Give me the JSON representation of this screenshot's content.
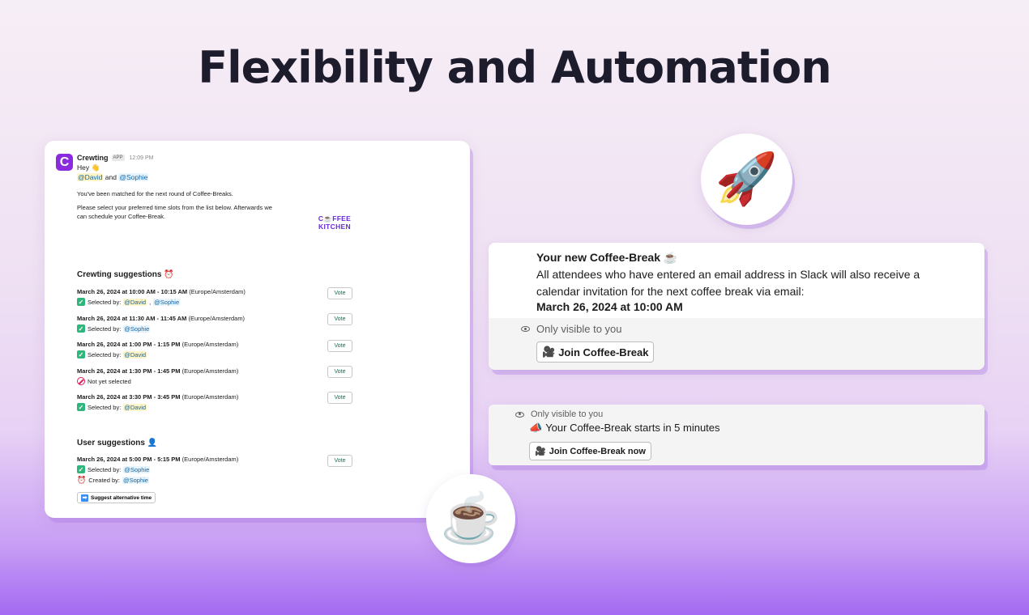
{
  "headline": "Flexibility and Automation",
  "message": {
    "app_initial": "C",
    "app_name": "Crewting",
    "app_badge": "APP",
    "time": "12:09 PM",
    "greeting": "Hey 👋",
    "mention_1": "@David",
    "and_text": "and",
    "mention_2": "@Sophie",
    "matched_text": "You've been matched for the next round of Coffee-Breaks.",
    "instruction_line_1": "Please select your preferred time slots from the list below. Afterwards we",
    "instruction_line_2": "can schedule your Coffee-Break.",
    "logo_line_1_a": "C",
    "logo_line_1_b": "☕",
    "logo_line_1_c": "FFEE",
    "logo_line_2": "KITCHEN"
  },
  "crewting_section": {
    "title": "Crewting suggestions ⏰",
    "slots": [
      {
        "date": "March 26, 2024 at 10:00 AM - 10:15 AM",
        "tz": "(Europe/Amsterdam)",
        "status_label": "Selected by:",
        "users": [
          "@David",
          "@Sophie"
        ],
        "vote": "Vote"
      },
      {
        "date": "March 26, 2024 at 11:30 AM - 11:45 AM",
        "tz": "(Europe/Amsterdam)",
        "status_label": "Selected by:",
        "users": [
          "@Sophie"
        ],
        "vote": "Vote"
      },
      {
        "date": "March 26, 2024 at 1:00 PM - 1:15 PM",
        "tz": "(Europe/Amsterdam)",
        "status_label": "Selected by:",
        "users": [
          "@David"
        ],
        "vote": "Vote"
      },
      {
        "date": "March 26, 2024 at 1:30 PM - 1:45 PM",
        "tz": "(Europe/Amsterdam)",
        "status_label": "Not yet selected",
        "users": [],
        "vote": "Vote"
      },
      {
        "date": "March 26, 2024 at 3:30 PM - 3:45 PM",
        "tz": "(Europe/Amsterdam)",
        "status_label": "Selected by:",
        "users": [
          "@David"
        ],
        "vote": "Vote"
      }
    ]
  },
  "user_section": {
    "title": "User suggestions 👤",
    "slot": {
      "date": "March 26, 2024 at 5:00 PM - 5:15 PM",
      "tz": "(Europe/Amsterdam)",
      "selected_label": "Selected by:",
      "selected_user": "@Sophie",
      "created_label": "Created by:",
      "created_user": "@Sophie",
      "vote": "Vote"
    },
    "suggest_icon": "➡",
    "suggest_label": "Suggest alternative time"
  },
  "emoji": {
    "rocket": "🚀",
    "cup": "☕"
  },
  "invite_card": {
    "title": "Your new Coffee-Break ☕",
    "body": "All attendees who have entered an email address in Slack will also receive a calendar invitation for the next coffee break via email:",
    "date": "March 26, 2024 at 10:00 AM",
    "visibility": "Only visible to you",
    "button_icon": "🎥",
    "button_label": "Join Coffee-Break"
  },
  "reminder_card": {
    "visibility": "Only visible to you",
    "text_icon": "📣",
    "text": "Your Coffee-Break starts in 5 minutes",
    "button_icon": "🎥",
    "button_label": "Join Coffee-Break now"
  },
  "colors": {
    "brand": "#8b2be0",
    "accent_green": "#2eb67d",
    "mention": "#1264a3"
  }
}
